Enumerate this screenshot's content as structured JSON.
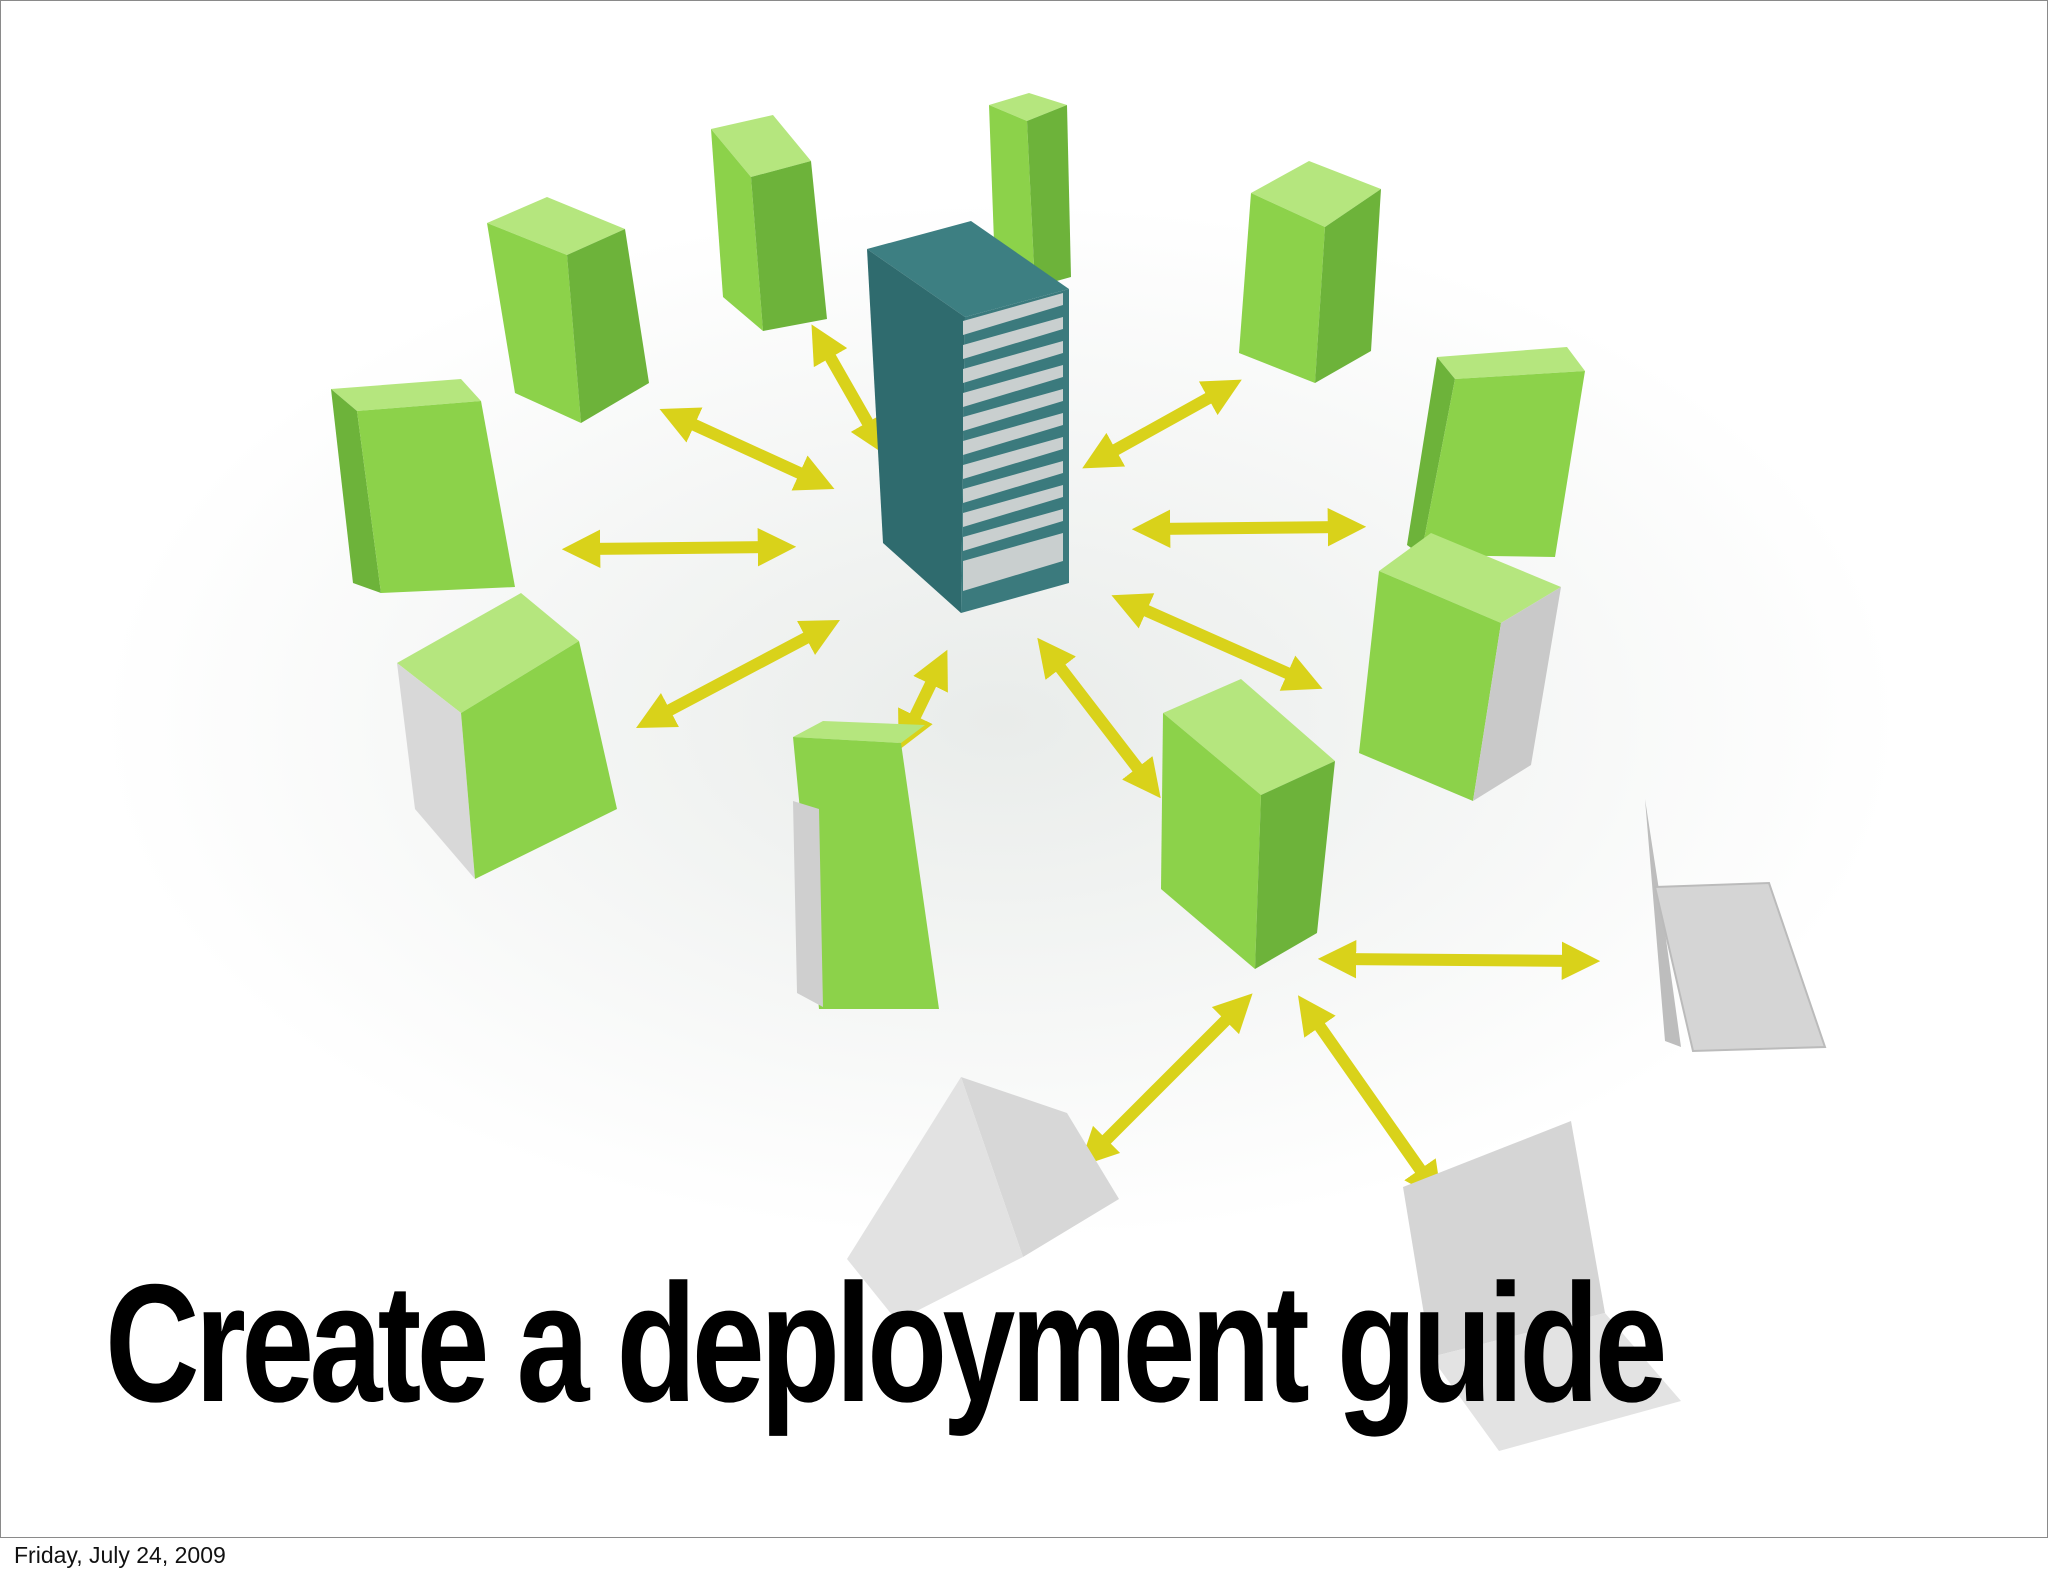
{
  "slide": {
    "title": "Create a deployment guide",
    "footer_date": "Friday, July 24, 2009"
  },
  "illustration": {
    "subject": "network diagram: central server connected to peripheral servers and laptops",
    "icons": {
      "central_server": "server-rack-icon",
      "peripheral_server": "server-tower-icon",
      "client": "laptop-icon",
      "connection": "double-arrow-icon"
    }
  },
  "colors": {
    "central_server": "#2f6b6e",
    "server_front": "#8cd24a",
    "server_top": "#b5e67e",
    "server_side": "#6db33a",
    "arrow": "#d9d21a",
    "laptop": "#d5d5d5",
    "title": "#000000"
  }
}
